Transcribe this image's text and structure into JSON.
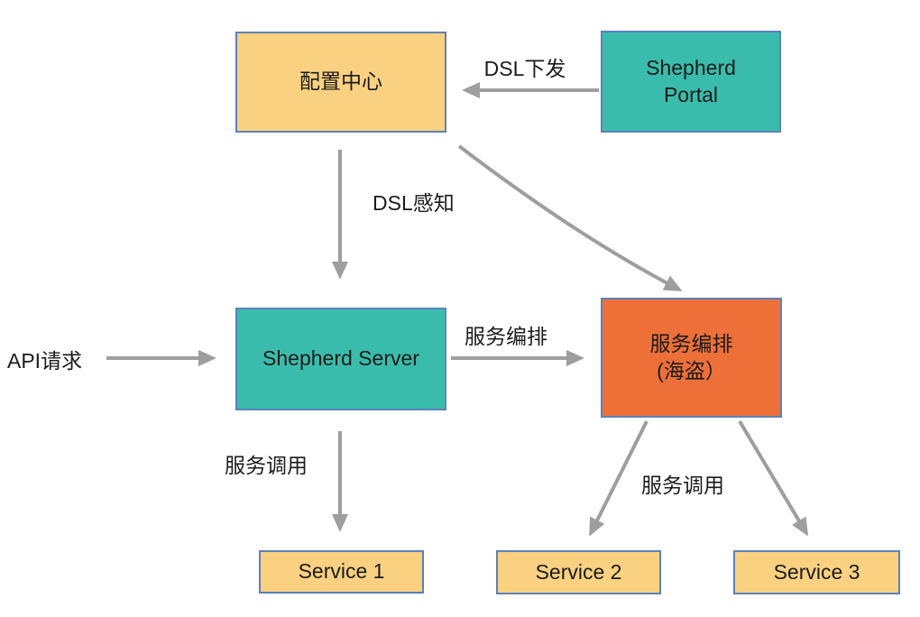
{
  "diagram": {
    "title": "Shepherd service orchestration flow",
    "nodes": {
      "config_center": {
        "label": "配置中心"
      },
      "shepherd_portal": {
        "label": "Shepherd\nPortal"
      },
      "shepherd_server": {
        "label": "Shepherd Server"
      },
      "service_orchestration": {
        "label": "服务编排\n(海盗）"
      },
      "service1": {
        "label": "Service 1"
      },
      "service2": {
        "label": "Service 2"
      },
      "service3": {
        "label": "Service 3"
      }
    },
    "edge_labels": {
      "dsl_deliver": "DSL下发",
      "dsl_sense": "DSL感知",
      "api_request": "API请求",
      "service_orchestrate": "服务编排",
      "service_invoke_left": "服务调用",
      "service_invoke_right": "服务调用"
    },
    "colors": {
      "yellow_fill": "#fad180",
      "teal_fill": "#3abcac",
      "orange_fill": "#ed7039",
      "box_border": "#5b82ba",
      "arrow_gray": "#9e9e9e",
      "text": "#1b1b1b",
      "background": "#ffffff"
    }
  }
}
